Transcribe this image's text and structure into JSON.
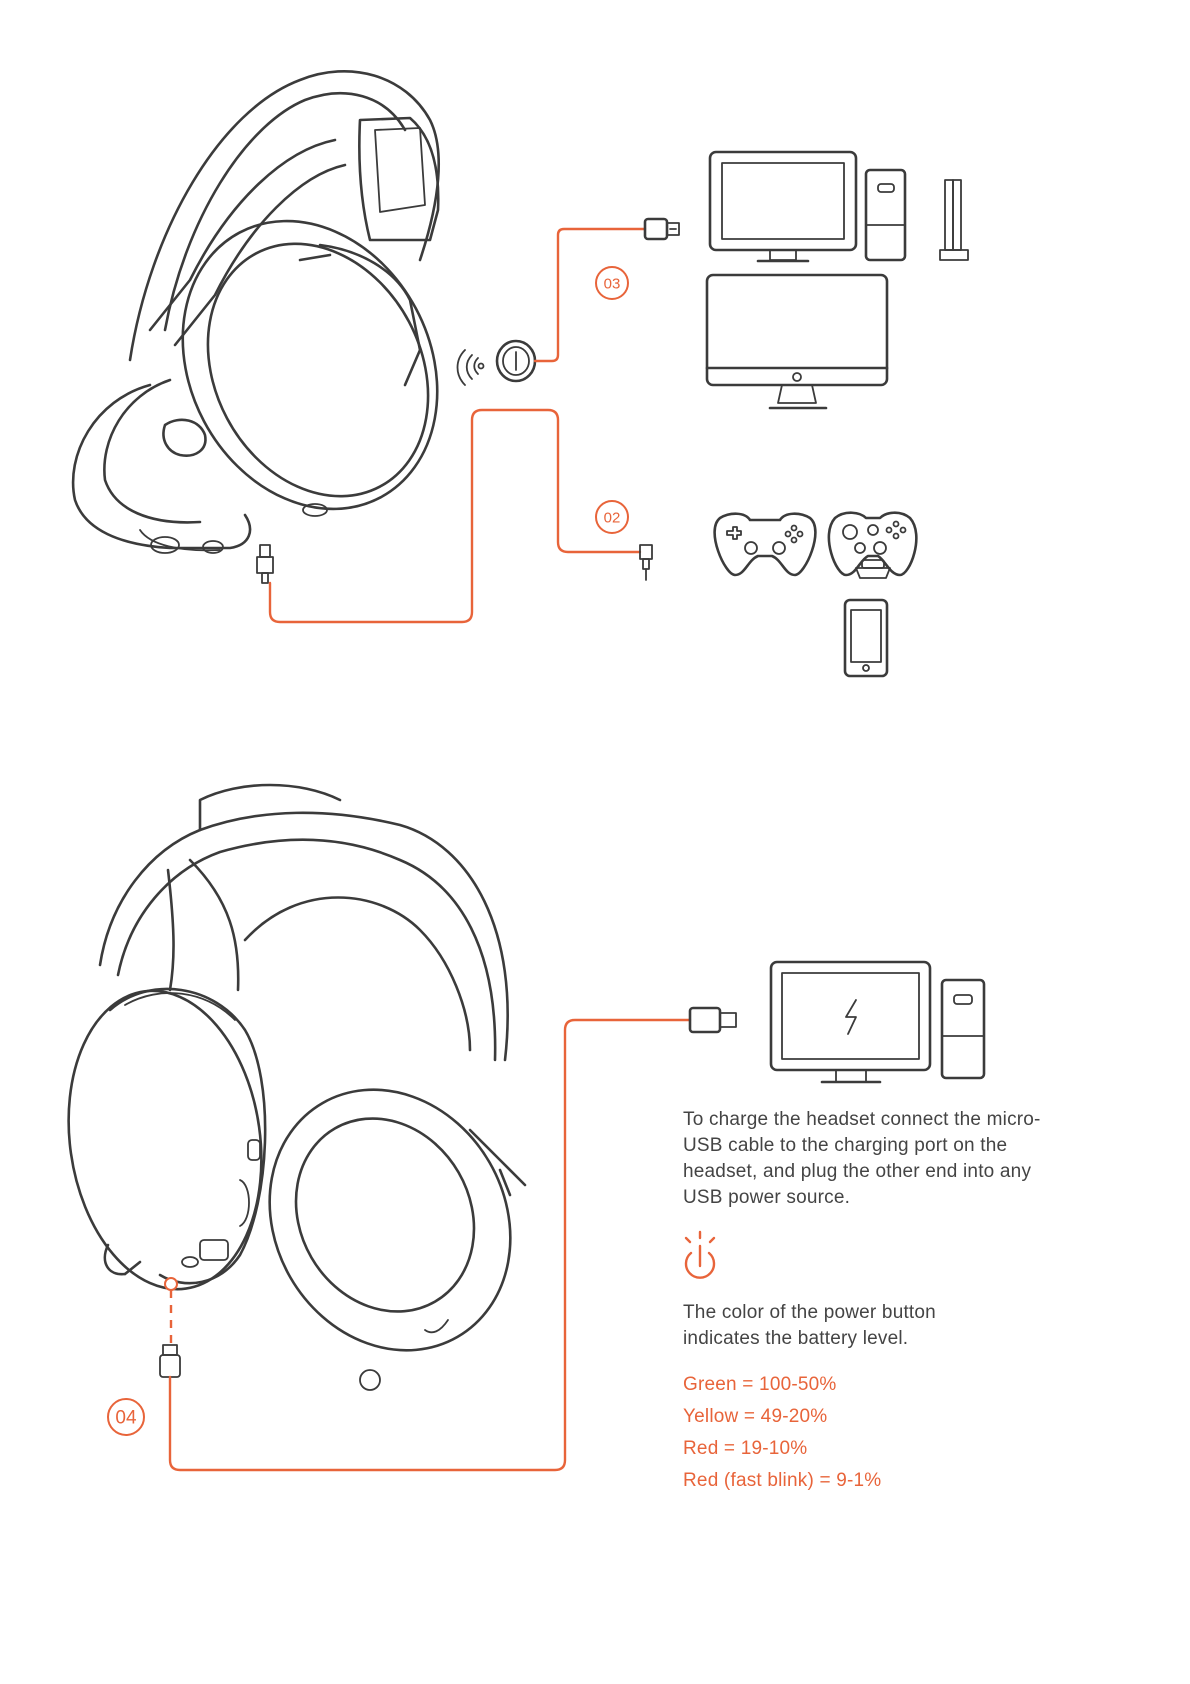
{
  "labels": {
    "step_03": "03",
    "step_02": "02",
    "step_04": "04"
  },
  "charging": {
    "instruction": "To charge the headset connect the micro-USB cable to the charging port on the headset, and plug the other end into any USB power source.",
    "power_note": "The color of the power button indicates the battery level.",
    "battery_levels": [
      "Green = 100-50%",
      "Yellow = 49-20%",
      "Red = 19-10%",
      "Red (fast blink) = 9-1%"
    ]
  },
  "colors": {
    "accent": "#e8643a",
    "line": "#3b3b3b",
    "text": "#444444"
  }
}
